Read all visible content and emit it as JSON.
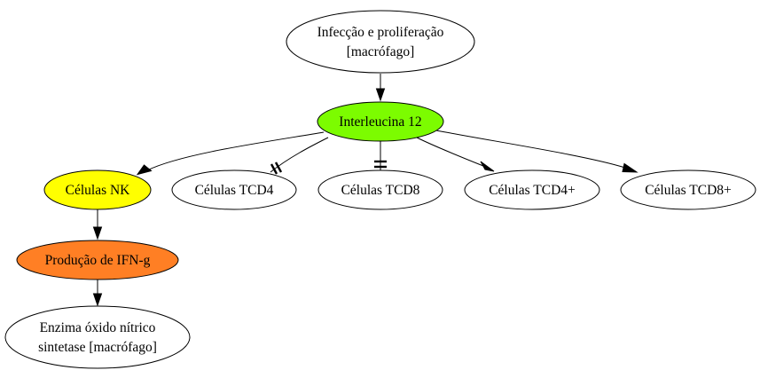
{
  "colors": {
    "interleucina": "#7cfc00",
    "nk": "#ffff00",
    "ifn": "#ff7f24",
    "default": "#ffffff"
  },
  "nodes": {
    "infeccao": {
      "lines": [
        "Infecção e proliferação",
        "[macrófago]"
      ],
      "fill": "#ffffff"
    },
    "il12": {
      "lines": [
        "Interleucina 12"
      ],
      "fill": "#7cfc00"
    },
    "nk": {
      "lines": [
        "Células NK"
      ],
      "fill": "#ffff00"
    },
    "tcd4": {
      "lines": [
        "Células TCD4"
      ],
      "fill": "#ffffff"
    },
    "tcd8": {
      "lines": [
        "Células TCD8"
      ],
      "fill": "#ffffff"
    },
    "tcd4plus": {
      "lines": [
        "Células TCD4+"
      ],
      "fill": "#ffffff"
    },
    "tcd8plus": {
      "lines": [
        "Células TCD8+"
      ],
      "fill": "#ffffff"
    },
    "ifn": {
      "lines": [
        "Produção de IFN-g"
      ],
      "fill": "#ff7f24"
    },
    "enzima": {
      "lines": [
        "Enzima óxido nítrico",
        "sintetase [macrófago]"
      ],
      "fill": "#ffffff"
    }
  },
  "edges": [
    {
      "from": "infeccao",
      "to": "il12",
      "type": "activation"
    },
    {
      "from": "il12",
      "to": "nk",
      "type": "activation"
    },
    {
      "from": "il12",
      "to": "tcd4",
      "type": "inhibition"
    },
    {
      "from": "il12",
      "to": "tcd8",
      "type": "inhibition"
    },
    {
      "from": "il12",
      "to": "tcd4plus",
      "type": "activation"
    },
    {
      "from": "il12",
      "to": "tcd8plus",
      "type": "activation"
    },
    {
      "from": "nk",
      "to": "ifn",
      "type": "activation"
    },
    {
      "from": "ifn",
      "to": "enzima",
      "type": "activation"
    }
  ]
}
